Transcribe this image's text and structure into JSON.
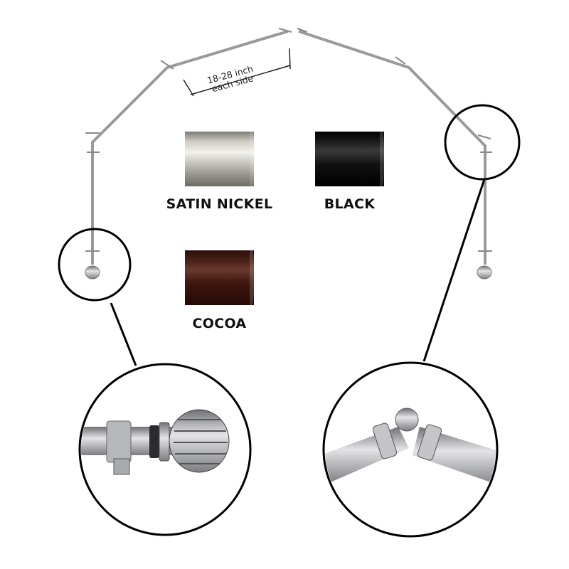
{
  "dimension_label": {
    "line1": "18-28 inch",
    "line2": "each side"
  },
  "finishes": [
    {
      "name": "SATIN NICKEL",
      "color": "#c9c6bf"
    },
    {
      "name": "BLACK",
      "color": "#111111"
    },
    {
      "name": "COCOA",
      "color": "#4a1e15"
    }
  ],
  "colors": {
    "rod": "#a9a9ab",
    "outline": "#000000"
  }
}
